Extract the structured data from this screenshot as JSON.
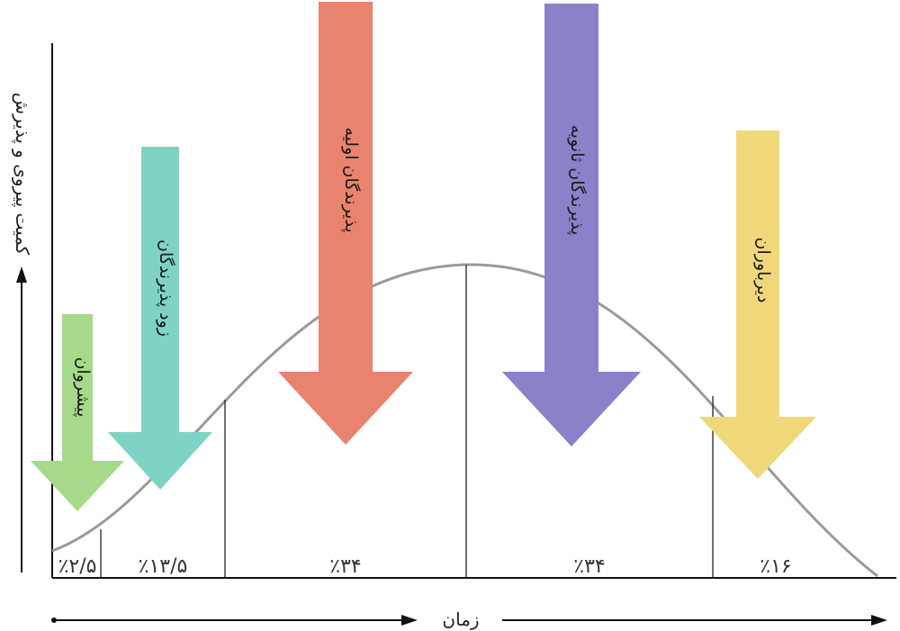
{
  "axes": {
    "y_label": "کمیت پیروی و پذیرش",
    "x_label": "زمان"
  },
  "segments": [
    {
      "percent": "٪۲/۵"
    },
    {
      "percent": "٪۱۳/۵"
    },
    {
      "percent": "٪۳۴"
    },
    {
      "percent": "٪۳۴"
    },
    {
      "percent": "٪۱۶"
    }
  ],
  "stages": [
    {
      "label": "پیشروان",
      "color": "#a6d98a"
    },
    {
      "label": "زود پذیرندگان",
      "color": "#7fd3c4"
    },
    {
      "label": "پذیرندگان اولیه",
      "color": "#e8836e"
    },
    {
      "label": "پذیرندگان ثانویه",
      "color": "#8a82c8"
    },
    {
      "label": "دیرباوران",
      "color": "#f0d77a"
    }
  ],
  "colors": {
    "curve": "#9a9a9a",
    "axis": "#111111"
  }
}
